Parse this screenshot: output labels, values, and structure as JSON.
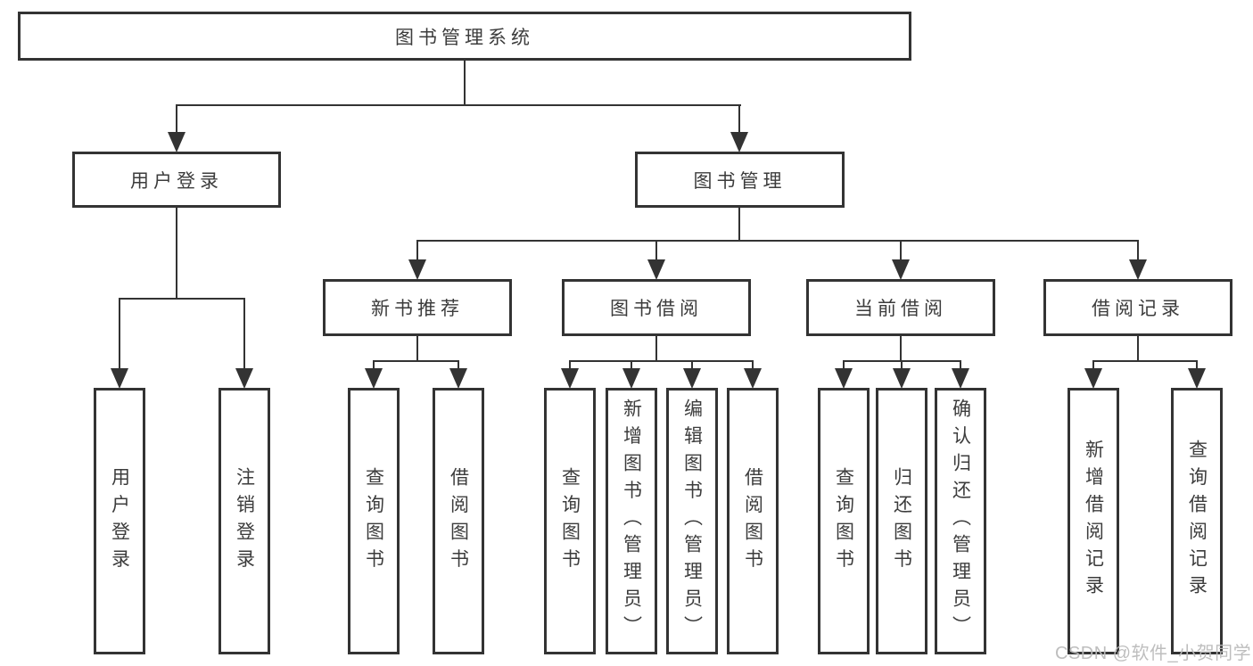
{
  "diagram": {
    "title": "图书管理系统",
    "level1": [
      {
        "label": "用户登录",
        "children": [
          {
            "label": "用户登录"
          },
          {
            "label": "注销登录"
          }
        ]
      },
      {
        "label": "图书管理",
        "children": [
          {
            "label": "新书推荐",
            "children": [
              {
                "label": "查询图书"
              },
              {
                "label": "借阅图书"
              }
            ]
          },
          {
            "label": "图书借阅",
            "children": [
              {
                "label": "查询图书"
              },
              {
                "label": "新增图书（管理员）"
              },
              {
                "label": "编辑图书（管理员）"
              },
              {
                "label": "借阅图书"
              }
            ]
          },
          {
            "label": "当前借阅",
            "children": [
              {
                "label": "查询图书"
              },
              {
                "label": "归还图书"
              },
              {
                "label": "确认归还（管理员）"
              }
            ]
          },
          {
            "label": "借阅记录",
            "children": [
              {
                "label": "新增借阅记录"
              },
              {
                "label": "查询借阅记录"
              }
            ]
          }
        ]
      }
    ]
  },
  "watermark": "CSDN @软件_小贺同学",
  "colors": {
    "line": "#333333",
    "text": "#3c3c3c",
    "watermark": "#bbbbbb",
    "background": "#ffffff"
  }
}
